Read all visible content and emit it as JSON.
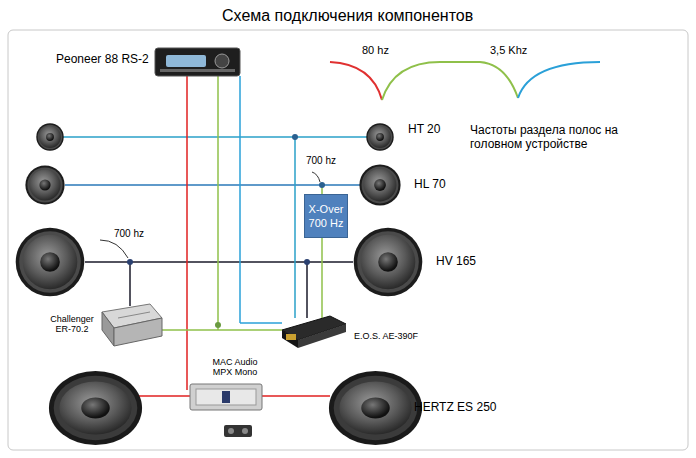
{
  "diagram": {
    "title": "Схема подключения компонентов",
    "nodes": [
      {
        "text": [
          "X-Over 700 Hz"
        ]
      }
    ],
    "labels": [
      "Peoneer 88 RS-2",
      "80 hz",
      "3,5 Khz",
      "HT 20",
      "Частоты раздела полос на головном устройстве",
      "700 hz",
      "HL 70",
      "700 hz",
      "HV 165",
      "Challenger ER-70.2",
      "E.O.S. AE-390F",
      "MAC Audio MPX Mono",
      "HERTZ ES 250"
    ]
  }
}
